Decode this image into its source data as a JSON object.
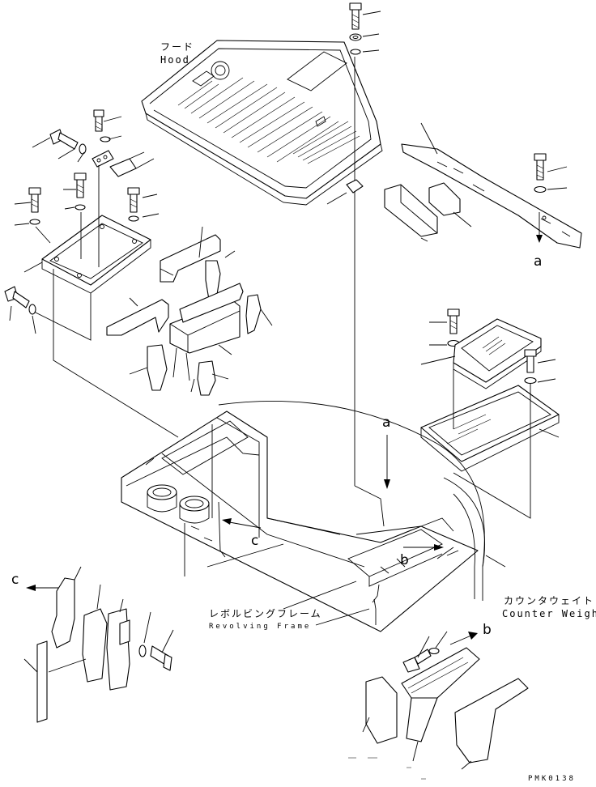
{
  "labels": {
    "hood_jp": "フード",
    "hood_en": "Hood",
    "frame_jp": "レボルビングフレーム",
    "frame_en": "Revolving Frame",
    "counter_jp": "カウンタウェイト",
    "counter_en": "Counter Weight",
    "ref_a_top": "a",
    "ref_a_mid": "a",
    "ref_b_mid": "b",
    "ref_b_right": "b",
    "ref_c_mid": "c",
    "ref_c_left": "c",
    "drawing_code": "PMK0138"
  }
}
